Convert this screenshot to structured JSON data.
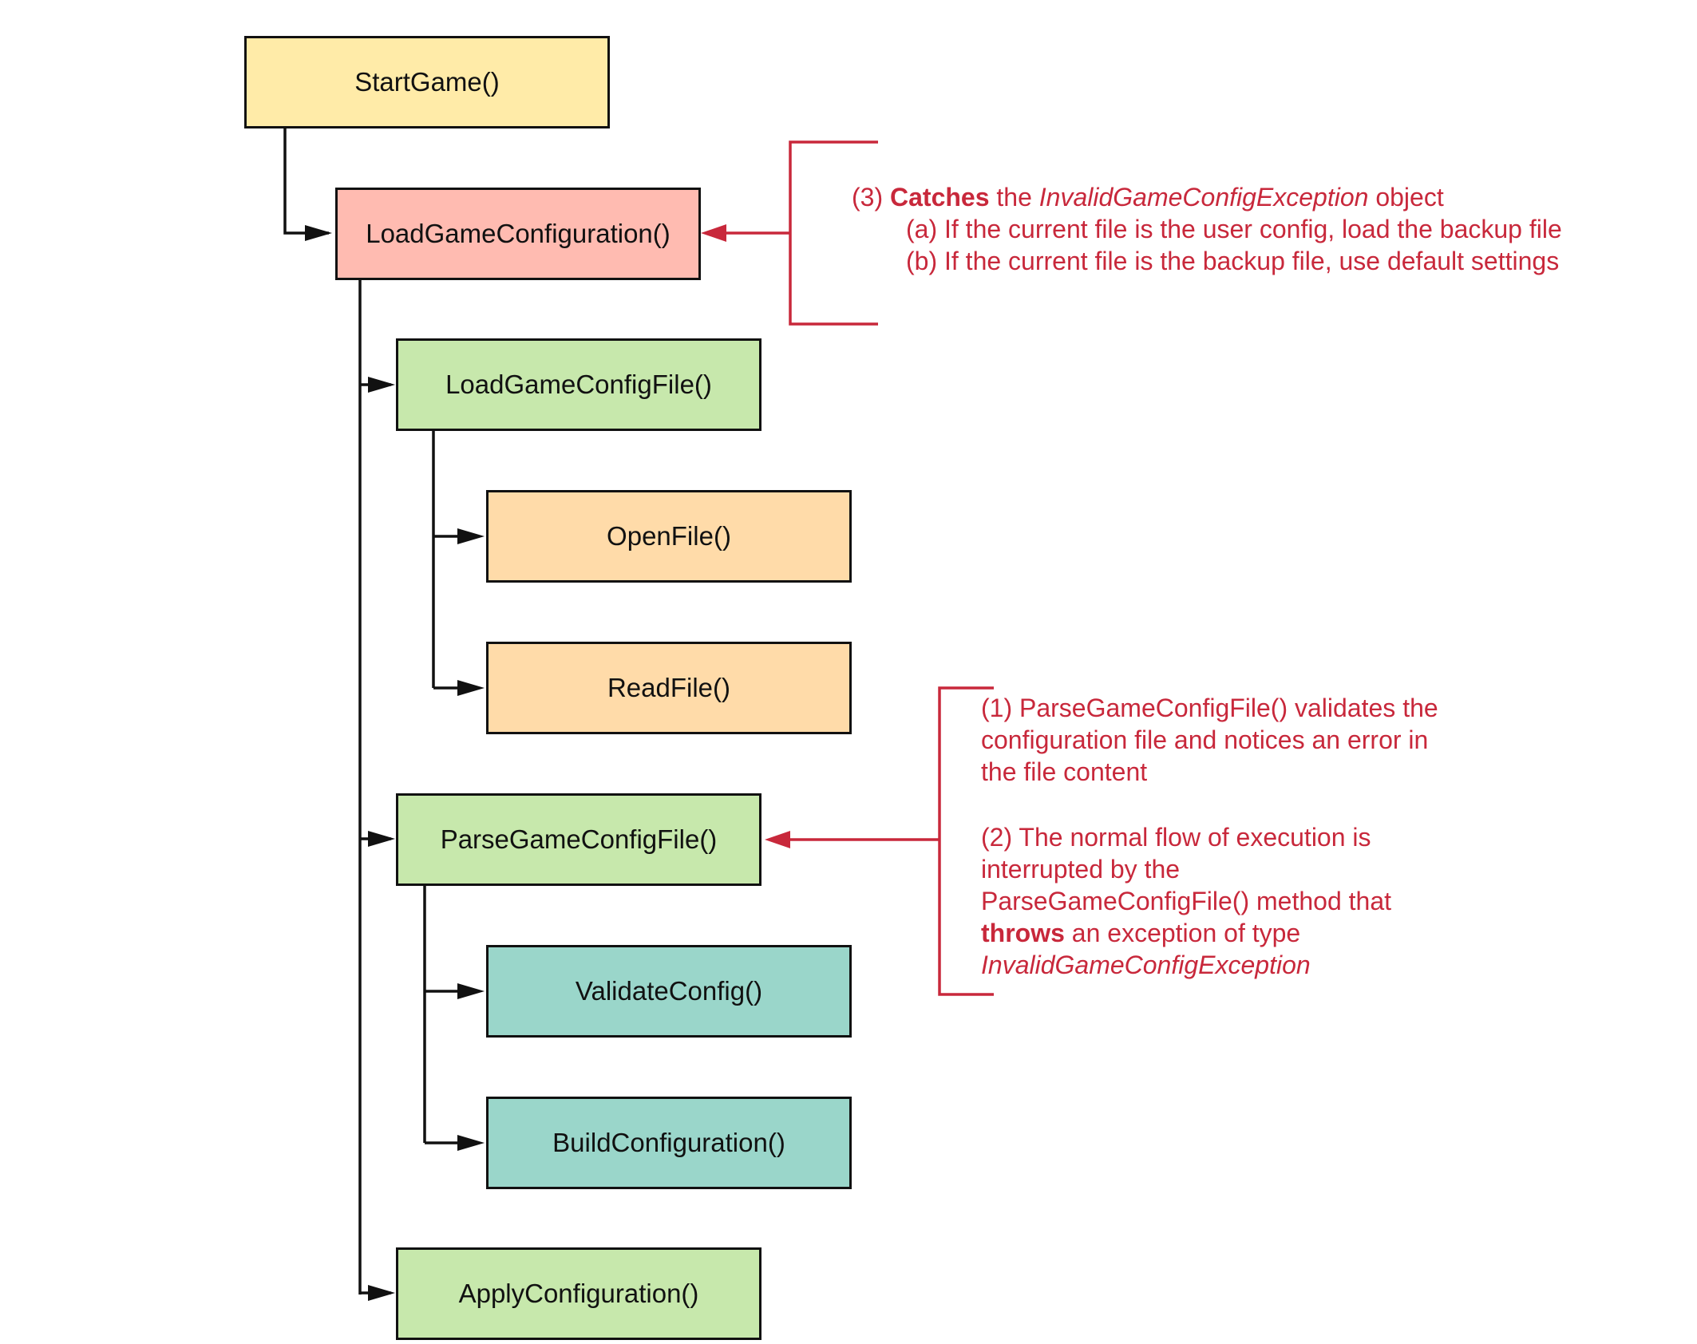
{
  "nodes": {
    "start_game": {
      "label": "StartGame()",
      "fill": "#ffeba8"
    },
    "load_game_configuration": {
      "label": "LoadGameConfiguration()",
      "fill": "#ffbbb1"
    },
    "load_game_config_file": {
      "label": "LoadGameConfigFile()",
      "fill": "#c7e8ac"
    },
    "open_file": {
      "label": "OpenFile()",
      "fill": "#ffdba9"
    },
    "read_file": {
      "label": "ReadFile()",
      "fill": "#ffdba9"
    },
    "parse_game_config_file": {
      "label": "ParseGameConfigFile()",
      "fill": "#c7e8ac"
    },
    "validate_config": {
      "label": "ValidateConfig()",
      "fill": "#9ad6ca"
    },
    "build_configuration": {
      "label": "BuildConfiguration()",
      "fill": "#9ad6ca"
    },
    "apply_configuration": {
      "label": "ApplyConfiguration()",
      "fill": "#c7e8ac"
    }
  },
  "annotations": {
    "catch": {
      "step": "(3)",
      "verb": "Catches",
      "mid": "the",
      "type": "InvalidGameConfigException",
      "tail": "object",
      "a": "(a) If the current file is the user config, load the backup file",
      "b": "(b) If the current file is the backup file, use default settings"
    },
    "validate": {
      "line1": "(1) ParseGameConfigFile() validates the",
      "line2": "configuration file and notices an error in",
      "line3": "the file content"
    },
    "throw": {
      "line1": "(2) The normal flow of execution is",
      "line2": "interrupted by the",
      "line3": "ParseGameConfigFile() method that",
      "verb": "throws",
      "line4_tail": "an exception of type",
      "type": "InvalidGameConfigException"
    }
  },
  "colors": {
    "edge": "#111111",
    "annotation": "#c8283b"
  }
}
